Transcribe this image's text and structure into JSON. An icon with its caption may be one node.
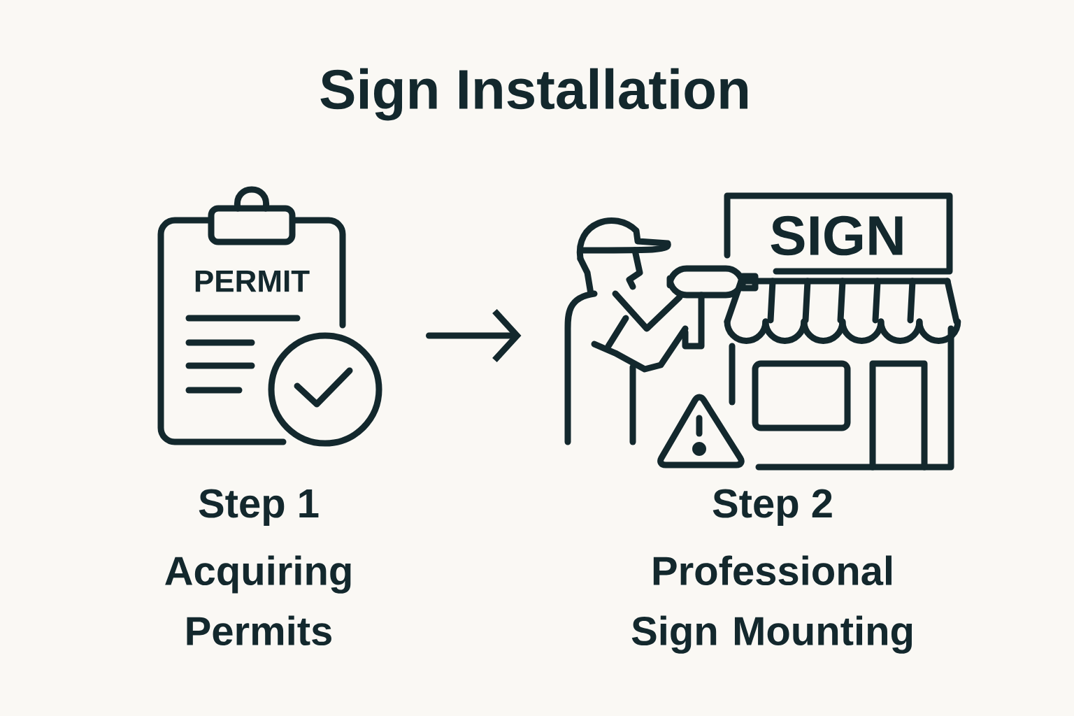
{
  "diagram": {
    "title": "Sign Installation",
    "nodes": [
      {
        "text": [
          "PERMIT"
        ],
        "beside": [
          "Step 1",
          "Acquiring Permits"
        ]
      },
      {
        "text": [
          "SIGN"
        ],
        "beside": [
          "Step 2",
          "Professional Sign Mounting"
        ]
      }
    ],
    "edges": [
      {
        "from": 0,
        "to": 1,
        "arrow": "to"
      }
    ]
  }
}
